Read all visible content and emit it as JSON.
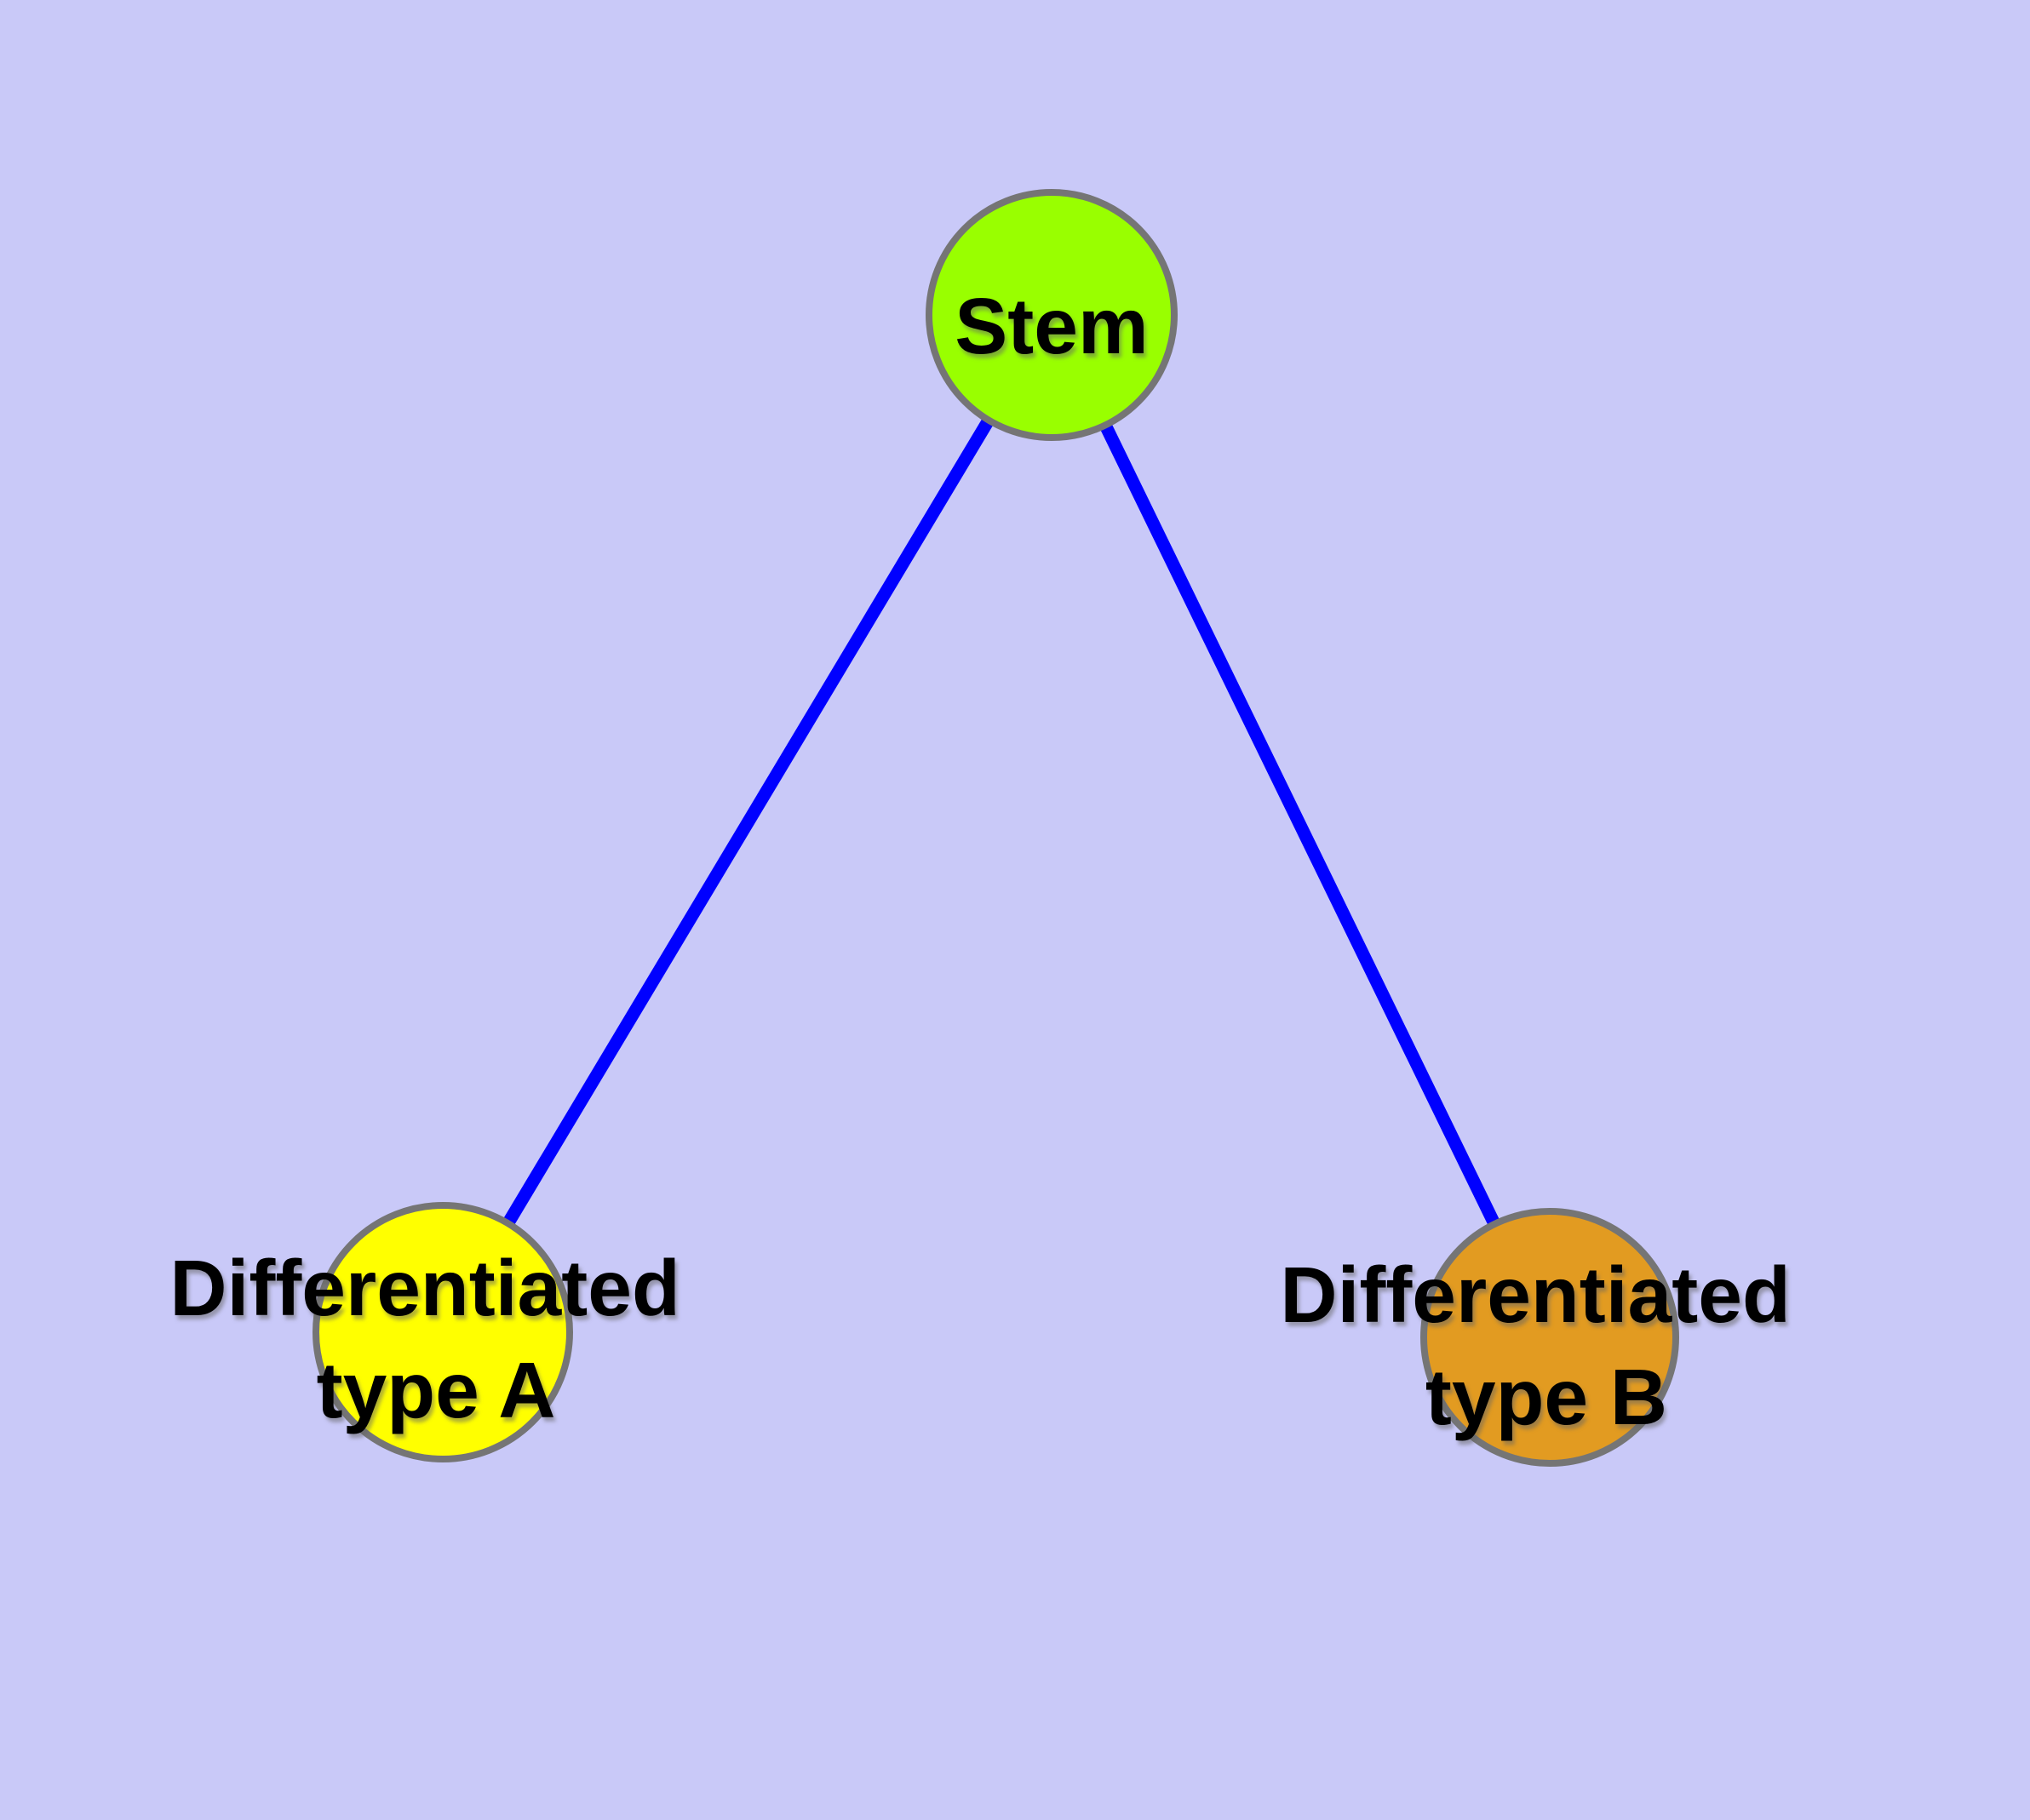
{
  "canvas": {
    "background_color": "#c9c9f8",
    "edge_color": "#0000ff",
    "node_border_color": "#757575"
  },
  "graph": {
    "nodes": {
      "stem": {
        "label": "Stem",
        "color": "#99ff00"
      },
      "type_a": {
        "label_line1": "Differentiated",
        "label_line2": "type A",
        "label_full": "Differentiated type A",
        "color": "#ffff00"
      },
      "type_b": {
        "label_line1": "Differentiated",
        "label_line2": "type B",
        "label_full": "Differentiated type B",
        "color": "#e29b21"
      }
    },
    "edges": [
      {
        "from": "Stem",
        "to": "Differentiated type A"
      },
      {
        "from": "Stem",
        "to": "Differentiated type B"
      }
    ]
  }
}
